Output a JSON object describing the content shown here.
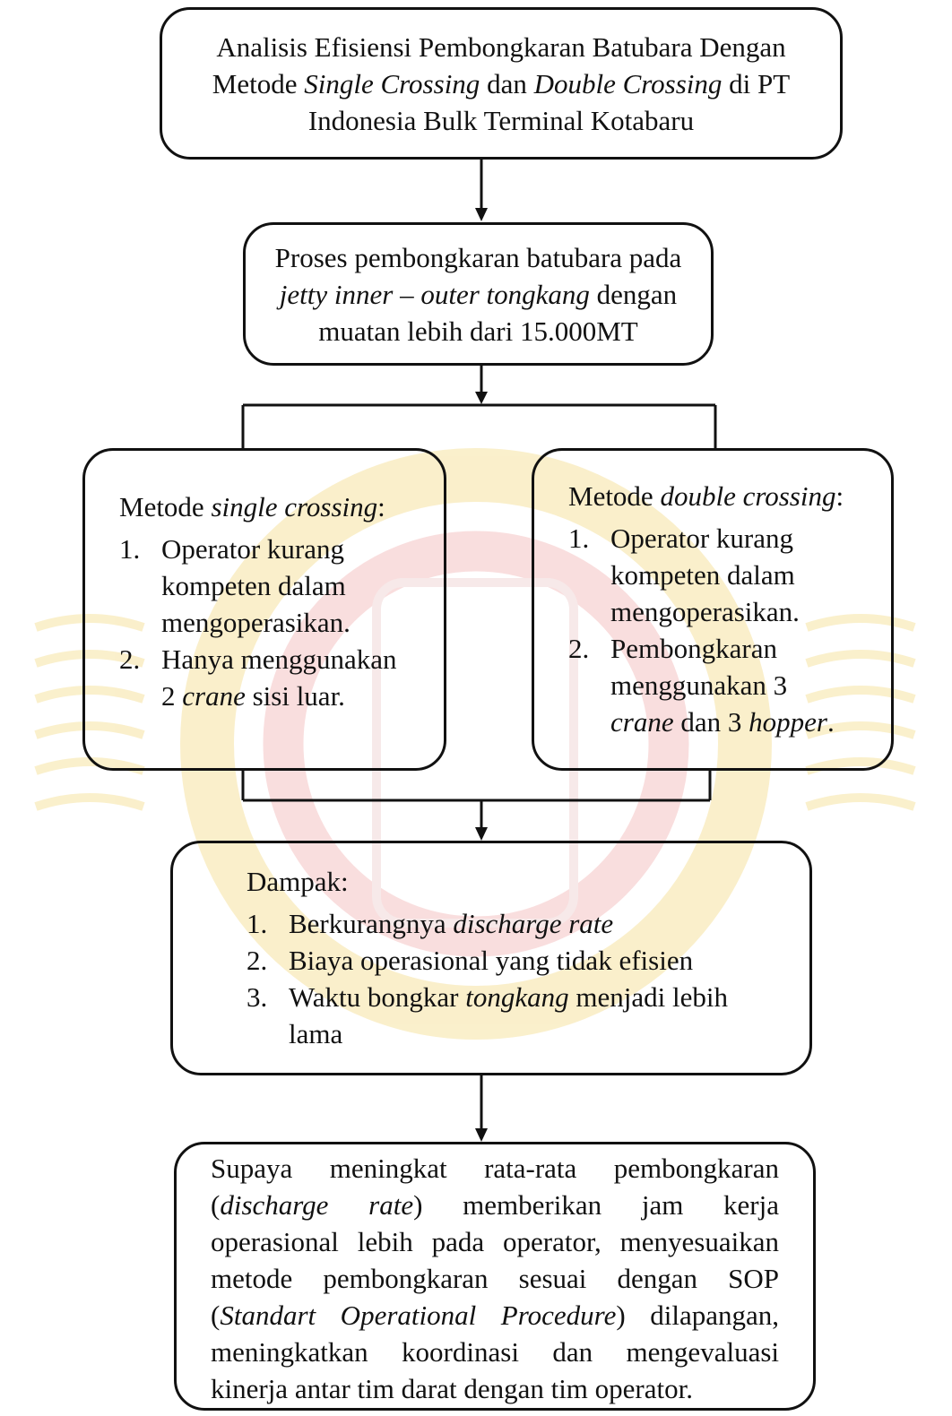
{
  "title_box": {
    "line1": "Analisis Efisiensi Pembongkaran Batubara Dengan",
    "line2_pre": "Metode ",
    "line2_em1": "Single Crossing",
    "line2_mid": " dan ",
    "line2_em2": "Double Crossing",
    "line2_post": " di PT",
    "line3": "Indonesia Bulk Terminal Kotabaru"
  },
  "process_box": {
    "line1": "Proses pembongkaran batubara pada",
    "line2_em": "jetty inner – outer tongkang",
    "line2_post": " dengan",
    "line3": "muatan lebih dari 15.000MT"
  },
  "single_box": {
    "heading_pre": "Metode ",
    "heading_em": "single crossing",
    "heading_post": ":",
    "item1_num": "1.",
    "item1_line1": "Operator kurang",
    "item1_line2": "kompeten dalam",
    "item1_line3": "mengoperasikan.",
    "item2_num": "2.",
    "item2_line1": "Hanya menggunakan",
    "item2_line2_pre": "2 ",
    "item2_line2_em": "crane",
    "item2_line2_post": " sisi luar."
  },
  "double_box": {
    "heading_pre": "Metode ",
    "heading_em": "double crossing",
    "heading_post": ":",
    "item1_num": "1.",
    "item1_line1": "Operator kurang",
    "item1_line2": "kompeten dalam",
    "item1_line3": "mengoperasikan.",
    "item2_num": "2.",
    "item2_line1": "Pembongkaran",
    "item2_line2": "menggunakan 3",
    "item2_line3_em1": "crane",
    "item2_line3_mid": " dan 3 ",
    "item2_line3_em2": "hopper",
    "item2_line3_post": "."
  },
  "impact_box": {
    "heading": "Dampak:",
    "item1_num": "1.",
    "item1_pre": "Berkurangnya ",
    "item1_em": "discharge rate",
    "item2_num": "2.",
    "item2": "Biaya operasional yang tidak efisien",
    "item3_num": "3.",
    "item3_pre": "Waktu bongkar ",
    "item3_em": "tongkang",
    "item3_post1": " menjadi lebih",
    "item3_post2": "lama"
  },
  "solution_box": {
    "p1": "Supaya meningkat rata-rata pembongkaran (",
    "em1": "discharge rate",
    "p2": ") memberikan jam kerja operasional lebih pada operator, menyesuaikan metode pembongkaran sesuai dengan SOP (",
    "em2": "Standart Operational Procedure",
    "p3": ") dilapangan, meningkatkan koordinasi dan mengevaluasi kinerja antar tim darat dengan tim operator."
  },
  "colors": {
    "line": "#111111",
    "watermark_yellow": "#f3dc8c",
    "watermark_red": "#f2bcbc"
  }
}
